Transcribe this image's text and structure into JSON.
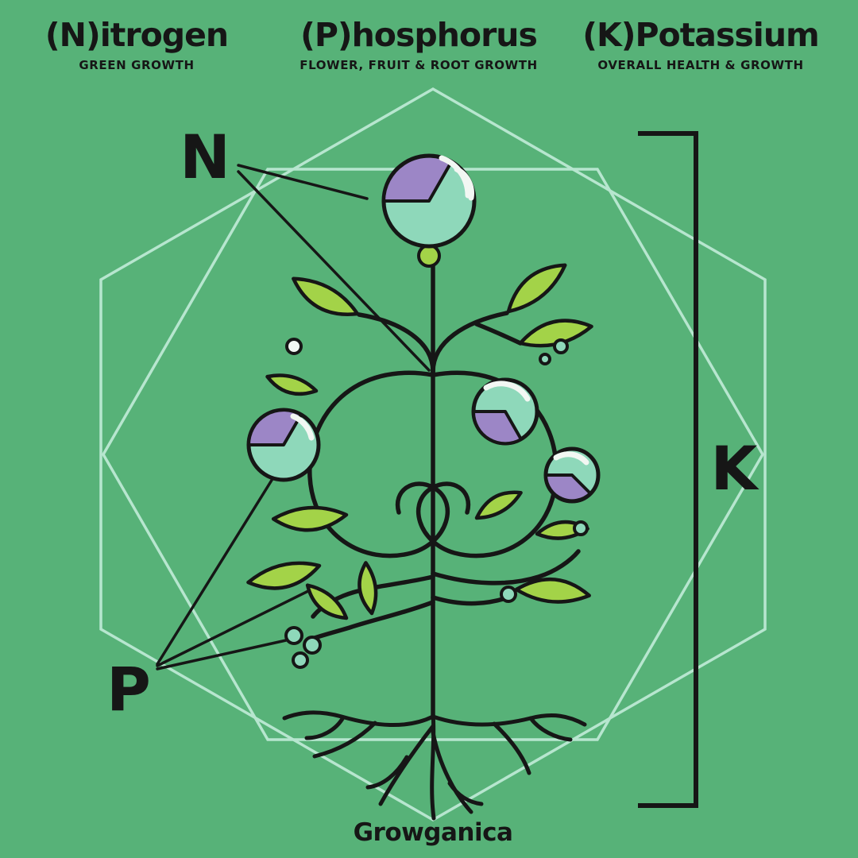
{
  "palette": {
    "background": "#57b278",
    "hexline": "#b7e6cf",
    "ink": "#161616",
    "leaf": "#a3d348",
    "purple": "#9c86c6",
    "teal": "#8ed8ba",
    "stripe": "#f2f7f3"
  },
  "header": {
    "columns": [
      {
        "id": "nitrogen",
        "title": "(N)itrogen",
        "subtitle": "GREEN GROWTH"
      },
      {
        "id": "phosphorus",
        "title": "(P)hosphorus",
        "subtitle": "FLOWER, FRUIT & ROOT GROWTH"
      },
      {
        "id": "potassium",
        "title": "(K)Potassium",
        "subtitle": "OVERALL HEALTH & GROWTH"
      }
    ]
  },
  "diagram_labels": {
    "nitrogen": "N",
    "phosphorus": "P",
    "potassium": "K"
  },
  "footer": {
    "brand": "Growganica"
  }
}
